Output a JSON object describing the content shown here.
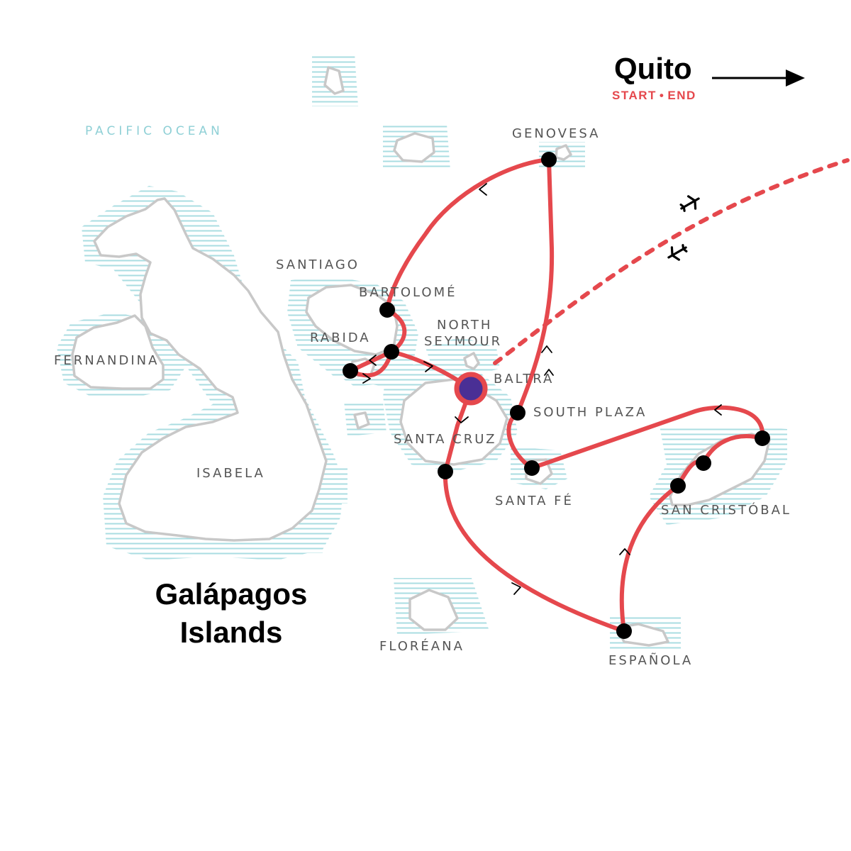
{
  "colors": {
    "route": "#e5484d",
    "stop": "#000000",
    "hub_fill": "#4a2f95",
    "hub_ring": "#e5484d",
    "island_outline": "#c8c8c8",
    "water_hatch": "#a6dbe0",
    "ocean_label": "#8fd0d6",
    "label": "#555555",
    "title": "#000000"
  },
  "title": {
    "line1": "Galápagos",
    "line2": "Islands"
  },
  "ocean_label": "PACIFIC OCEAN",
  "gateway": {
    "city": "Quito",
    "start": "START",
    "separator": "•",
    "end": "END"
  },
  "places": {
    "genovesa": "GENOVESA",
    "santiago": "SANTIAGO",
    "bartolome": "BARTOLOMÉ",
    "rabida": "RABIDA",
    "north_seymour_1": "NORTH",
    "north_seymour_2": "SEYMOUR",
    "baltra": "BALTRA",
    "south_plaza": "SOUTH PLAZA",
    "santa_cruz": "SANTA CRUZ",
    "santa_fe": "SANTA FÉ",
    "fernandina": "FERNANDINA",
    "isabela": "ISABELA",
    "floreana": "FLORÉANA",
    "san_cristobal": "SAN CRISTÓBAL",
    "espanola": "ESPAÑOLA"
  },
  "icons": [
    "airplane-icon",
    "arrow-right-icon",
    "chevron-icon"
  ]
}
